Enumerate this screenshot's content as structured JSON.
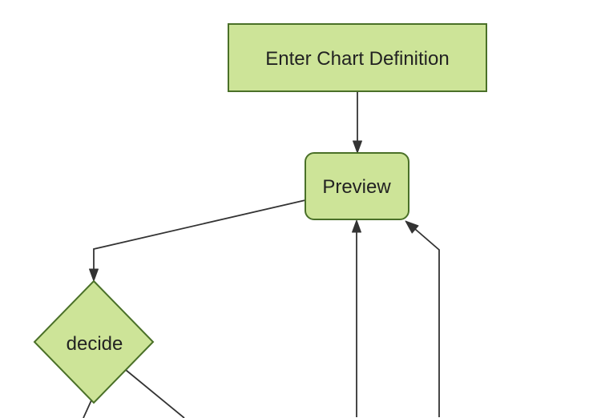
{
  "diagram": {
    "type": "flowchart",
    "direction": "top-down",
    "background": "#ffffff",
    "colors": {
      "node_fill": "#cde498",
      "node_border": "#4a7028",
      "edge": "#333333",
      "label": "#222222"
    },
    "nodes": [
      {
        "id": "enter-chart-definition",
        "label": "Enter Chart Definition",
        "shape": "rectangle"
      },
      {
        "id": "preview",
        "label": "Preview",
        "shape": "rounded-rectangle"
      },
      {
        "id": "decide",
        "label": "decide",
        "shape": "diamond"
      }
    ],
    "edges": [
      {
        "from": "enter-chart-definition",
        "to": "preview",
        "arrow": "down"
      },
      {
        "from": "preview",
        "to": "decide",
        "arrow": "down"
      },
      {
        "from": "offscreen-bottom-left-of-preview",
        "to": "preview",
        "arrow": "up"
      },
      {
        "from": "offscreen-bottom-right-of-preview",
        "to": "preview",
        "arrow": "up-left"
      },
      {
        "from": "decide",
        "to": "offscreen-bottom-left",
        "arrow": "none-visible"
      },
      {
        "from": "decide",
        "to": "offscreen-bottom-right",
        "arrow": "none-visible"
      }
    ]
  }
}
